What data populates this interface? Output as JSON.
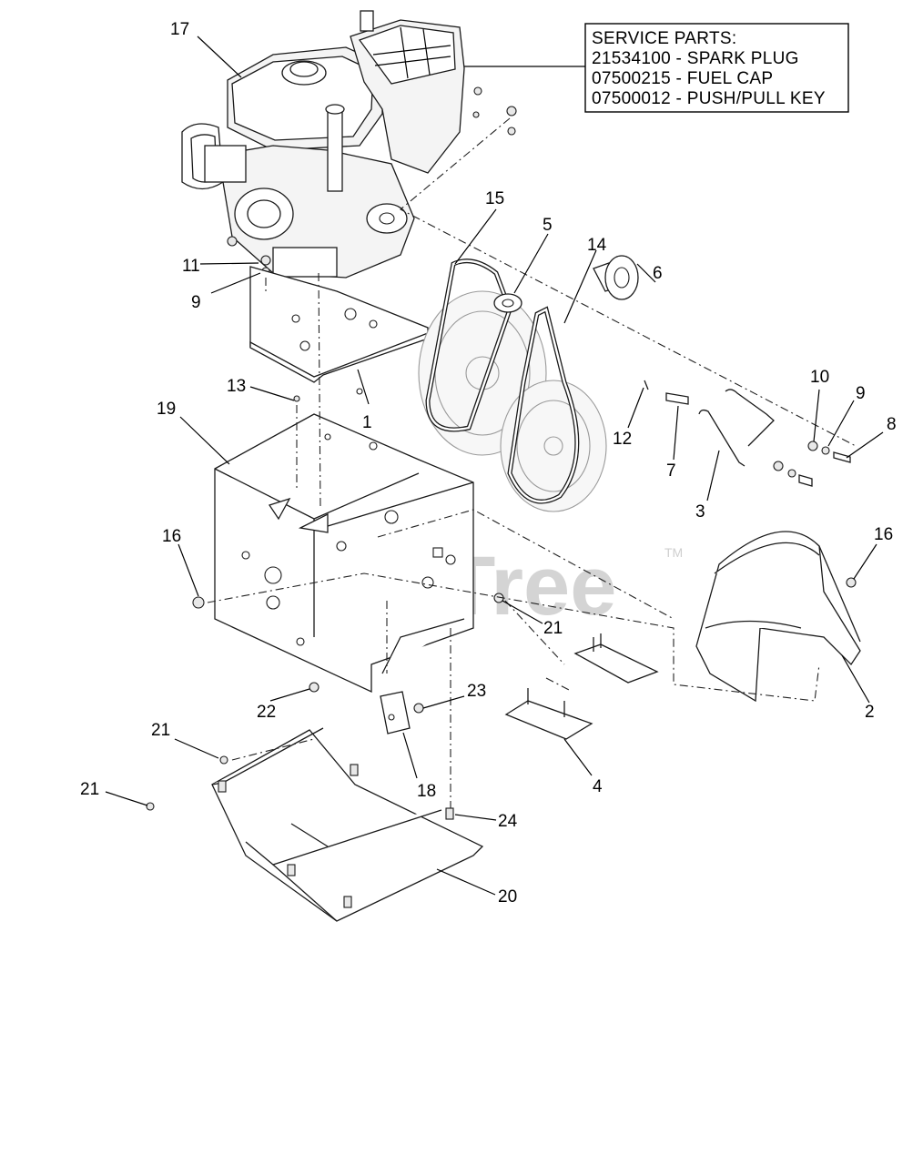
{
  "service_parts": {
    "title": "SERVICE PARTS:",
    "lines": [
      "21534100 - SPARK PLUG",
      "07500215 - FUEL CAP",
      "07500012 - PUSH/PULL KEY"
    ]
  },
  "watermark": {
    "text": "PartsTree",
    "trademark": "TM"
  },
  "callouts": {
    "c1": "1",
    "c2": "2",
    "c3": "3",
    "c4": "4",
    "c5": "5",
    "c6": "6",
    "c7": "7",
    "c8": "8",
    "c9a": "9",
    "c9b": "9",
    "c10": "10",
    "c11": "11",
    "c12": "12",
    "c13": "13",
    "c14": "14",
    "c15": "15",
    "c16a": "16",
    "c16b": "16",
    "c17": "17",
    "c18": "18",
    "c19": "19",
    "c20": "20",
    "c21a": "21",
    "c21b": "21",
    "c21c": "21",
    "c22": "22",
    "c23": "23",
    "c24": "24"
  }
}
